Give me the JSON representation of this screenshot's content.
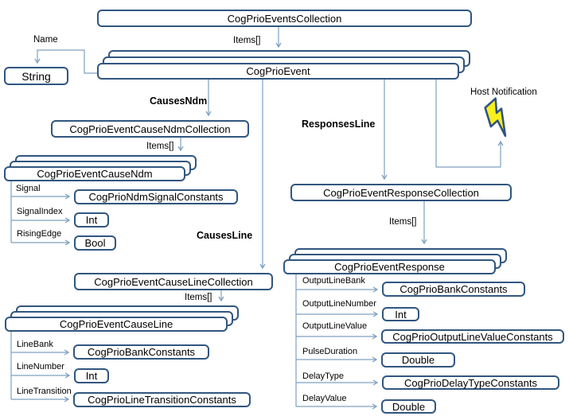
{
  "colors": {
    "box_border": "#31567f",
    "connector": "#7da0c0",
    "bolt_fill": "#f7ef1e",
    "bolt_stroke": "#2f5380",
    "text": "#000000",
    "background": "#ffffff"
  },
  "labels": {
    "events_collection": "CogPrioEventsCollection",
    "event": "CogPrioEvent",
    "string": "String",
    "name": "Name",
    "items": "Items[]",
    "causes_ndm": "CausesNdm",
    "causes_line": "CausesLine",
    "responses_line": "ResponsesLine",
    "host_notification": "Host Notification",
    "cause_ndm_collection": "CogPrioEventCauseNdmCollection",
    "cause_ndm": "CogPrioEventCauseNdm",
    "signal": "Signal",
    "signal_index": "SignalIndex",
    "rising_edge": "RisingEdge",
    "ndm_signal_constants": "CogPrioNdmSignalConstants",
    "int": "Int",
    "bool": "Bool",
    "cause_line_collection": "CogPrioEventCauseLineCollection",
    "cause_line": "CogPrioEventCauseLine",
    "line_bank": "LineBank",
    "line_number": "LineNumber",
    "line_transition": "LineTransition",
    "bank_constants": "CogPrioBankConstants",
    "line_transition_constants": "CogPrioLineTransitionConstants",
    "response_collection": "CogPrioEventResponseCollection",
    "response": "CogPrioEventResponse",
    "output_line_bank": "OutputLineBank",
    "output_line_number": "OutputLineNumber",
    "output_line_value": "OutputLineValue",
    "pulse_duration": "PulseDuration",
    "delay_type": "DelayType",
    "delay_value": "DelayValue",
    "output_line_value_constants": "CogPrioOutputLineValueConstants",
    "double": "Double",
    "delay_type_constants": "CogPrioDelayTypeConstants"
  },
  "relations": [
    {
      "from": "CogPrioEventsCollection",
      "label": "Items[]",
      "to": "CogPrioEvent"
    },
    {
      "from": "CogPrioEvent",
      "label": "Name",
      "to": "String"
    },
    {
      "from": "CogPrioEvent",
      "label": "CausesNdm",
      "to": "CogPrioEventCauseNdmCollection"
    },
    {
      "from": "CogPrioEventCauseNdmCollection",
      "label": "Items[]",
      "to": "CogPrioEventCauseNdm"
    },
    {
      "from": "CogPrioEventCauseNdm",
      "label": "Signal",
      "to": "CogPrioNdmSignalConstants"
    },
    {
      "from": "CogPrioEventCauseNdm",
      "label": "SignalIndex",
      "to": "Int"
    },
    {
      "from": "CogPrioEventCauseNdm",
      "label": "RisingEdge",
      "to": "Bool"
    },
    {
      "from": "CogPrioEvent",
      "label": "CausesLine",
      "to": "CogPrioEventCauseLineCollection"
    },
    {
      "from": "CogPrioEventCauseLineCollection",
      "label": "Items[]",
      "to": "CogPrioEventCauseLine"
    },
    {
      "from": "CogPrioEventCauseLine",
      "label": "LineBank",
      "to": "CogPrioBankConstants"
    },
    {
      "from": "CogPrioEventCauseLine",
      "label": "LineNumber",
      "to": "Int"
    },
    {
      "from": "CogPrioEventCauseLine",
      "label": "LineTransition",
      "to": "CogPrioLineTransitionConstants"
    },
    {
      "from": "CogPrioEvent",
      "label": "ResponsesLine",
      "to": "CogPrioEventResponseCollection"
    },
    {
      "from": "CogPrioEvent",
      "label": "",
      "to": "Host Notification"
    },
    {
      "from": "CogPrioEventResponseCollection",
      "label": "Items[]",
      "to": "CogPrioEventResponse"
    },
    {
      "from": "CogPrioEventResponse",
      "label": "OutputLineBank",
      "to": "CogPrioBankConstants"
    },
    {
      "from": "CogPrioEventResponse",
      "label": "OutputLineNumber",
      "to": "Int"
    },
    {
      "from": "CogPrioEventResponse",
      "label": "OutputLineValue",
      "to": "CogPrioOutputLineValueConstants"
    },
    {
      "from": "CogPrioEventResponse",
      "label": "PulseDuration",
      "to": "Double"
    },
    {
      "from": "CogPrioEventResponse",
      "label": "DelayType",
      "to": "CogPrioDelayTypeConstants"
    },
    {
      "from": "CogPrioEventResponse",
      "label": "DelayValue",
      "to": "Double"
    }
  ]
}
